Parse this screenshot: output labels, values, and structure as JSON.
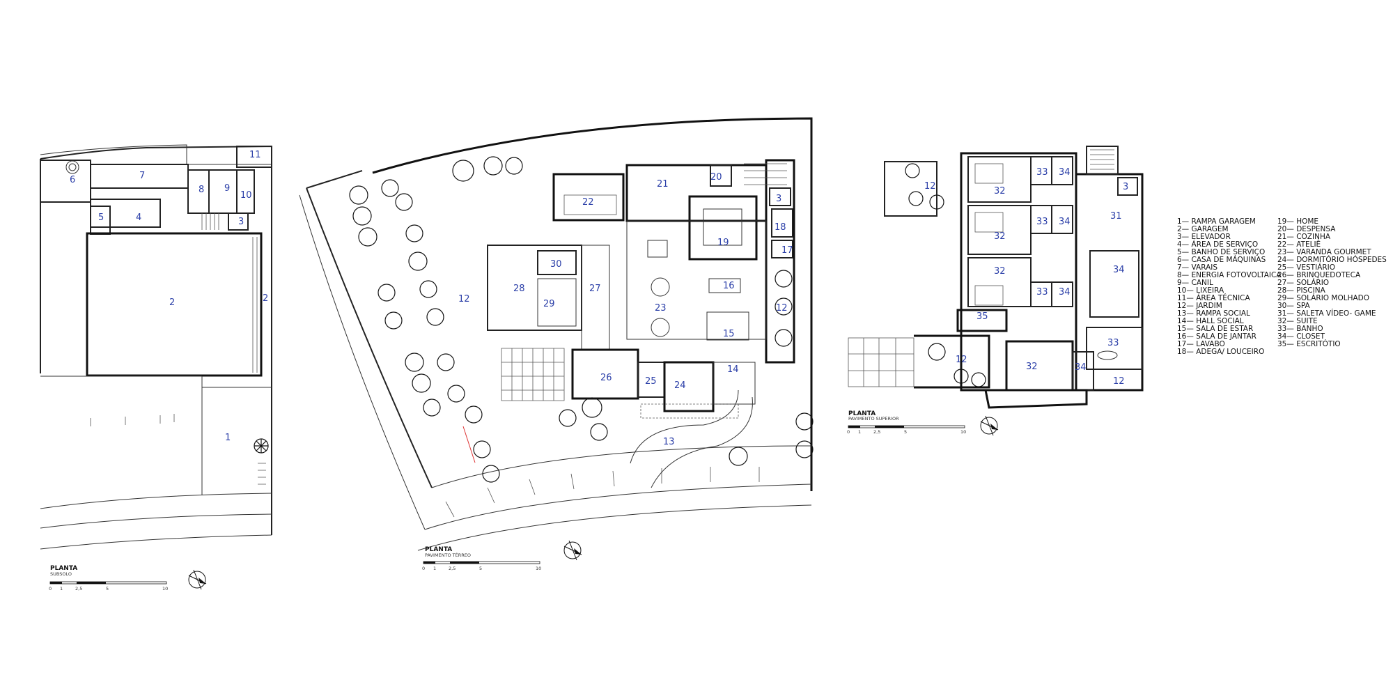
{
  "plans": {
    "subsolo": {
      "title": "PLANTA",
      "subtitle": "SUBSOLO",
      "scale": [
        "0",
        "1",
        "2,5",
        "5",
        "10"
      ]
    },
    "terreo": {
      "title": "PLANTA",
      "subtitle": "PAVIMENTO TÉRREO",
      "scale": [
        "0",
        "1",
        "2,5",
        "5",
        "10"
      ]
    },
    "superior": {
      "title": "PLANTA",
      "subtitle": "PAVIMENTO SUPERIOR",
      "scale": [
        "0",
        "1",
        "2,5",
        "5",
        "10"
      ]
    }
  },
  "rooms": {
    "subsolo": [
      "11",
      "7",
      "6",
      "8",
      "9",
      "10",
      "5",
      "4",
      "3",
      "2",
      "2",
      "1"
    ],
    "terreo": [
      "21",
      "20",
      "22",
      "3",
      "19",
      "18",
      "17",
      "30",
      "28",
      "29",
      "27",
      "12",
      "16",
      "12",
      "23",
      "15",
      "26",
      "25",
      "24",
      "14",
      "13"
    ],
    "superior": [
      "12",
      "32",
      "33",
      "34",
      "3",
      "32",
      "33",
      "34",
      "31",
      "32",
      "33",
      "34",
      "34",
      "35",
      "33",
      "12",
      "32",
      "34",
      "12"
    ]
  },
  "legend": {
    "col1": [
      "1— RAMPA GARAGEM",
      "2— GARAGEM",
      "3— ELEVADOR",
      "4— ÁREA DE SERVIÇO",
      "5— BANHO DE SERVIÇO",
      "6— CASA DE MÁQUINAS",
      "7— VARAIS",
      "8— ENERGIA FOTOVOLTAICA",
      "9— CANIL",
      "10— LIXEIRA",
      "11— ÁREA TÉCNICA",
      "12— JARDIM",
      "13— RAMPA SOCIAL",
      "14— HALL SOCIAL",
      "15— SALA DE ESTAR",
      "16— SALA DE JANTAR",
      "17— LAVABO",
      "18— ADEGA/ LOUCEIRO"
    ],
    "col2": [
      "19— HOME",
      "20— DESPENSA",
      "21— COZINHA",
      "22— ATELIÊ",
      "23— VARANDA GOURMET",
      "24— DORMITÓRIO HÓSPEDES",
      "25— VESTIÁRIO",
      "26— BRINQUEDOTECA",
      "27— SOLÁRIO",
      "28— PISCINA",
      "29— SOLÁRIO MOLHADO",
      "30— SPA",
      "31— SALETA VÍDEO- GAME",
      "32— SUITE",
      "33— BANHO",
      "34— CLOSET",
      "35— ESCRITÓTIO"
    ]
  },
  "colors": {
    "room_number": "#2b3fa8",
    "line": "#222222",
    "background": "#ffffff"
  },
  "icons": [
    "north-arrow-icon",
    "tree-icon"
  ]
}
